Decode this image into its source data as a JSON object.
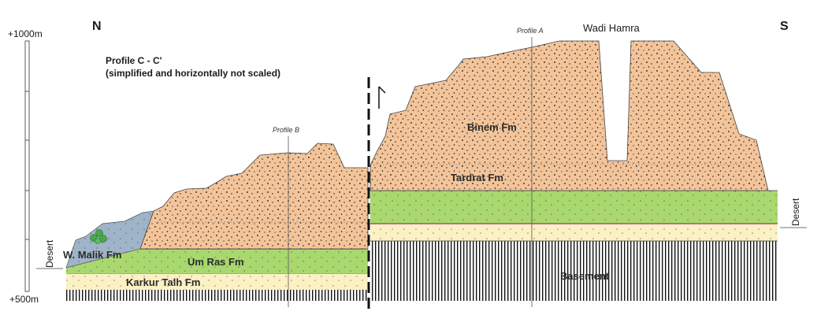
{
  "direction": {
    "north": "N",
    "south": "S"
  },
  "scale": {
    "top": "+1000m",
    "bottom": "+500m"
  },
  "title": {
    "line1": "Profile C - C'",
    "line2": "(simplified and horizontally not scaled)"
  },
  "wadi": "Wadi Hamra",
  "profiles": {
    "a": "Profile A",
    "b": "Profile B"
  },
  "desert": {
    "left": "Desert",
    "right": "Desert"
  },
  "formations": {
    "binem": "Binem Fm",
    "tardrat": "Tardrat Fm",
    "um_ras": "Um Ras Fm",
    "karkur_talh": "Karkur Talh Fm",
    "wadi_malik": "W. Malik Fm",
    "basement": "Basement"
  },
  "colors": {
    "sandstone": "#f3c49a",
    "um_ras": "#a8d86e",
    "karkur_talh": "#fbf1c4",
    "wadi_malik": "#9fb4c8",
    "contact": "#b05070",
    "vegetation": "#4aa84a"
  }
}
